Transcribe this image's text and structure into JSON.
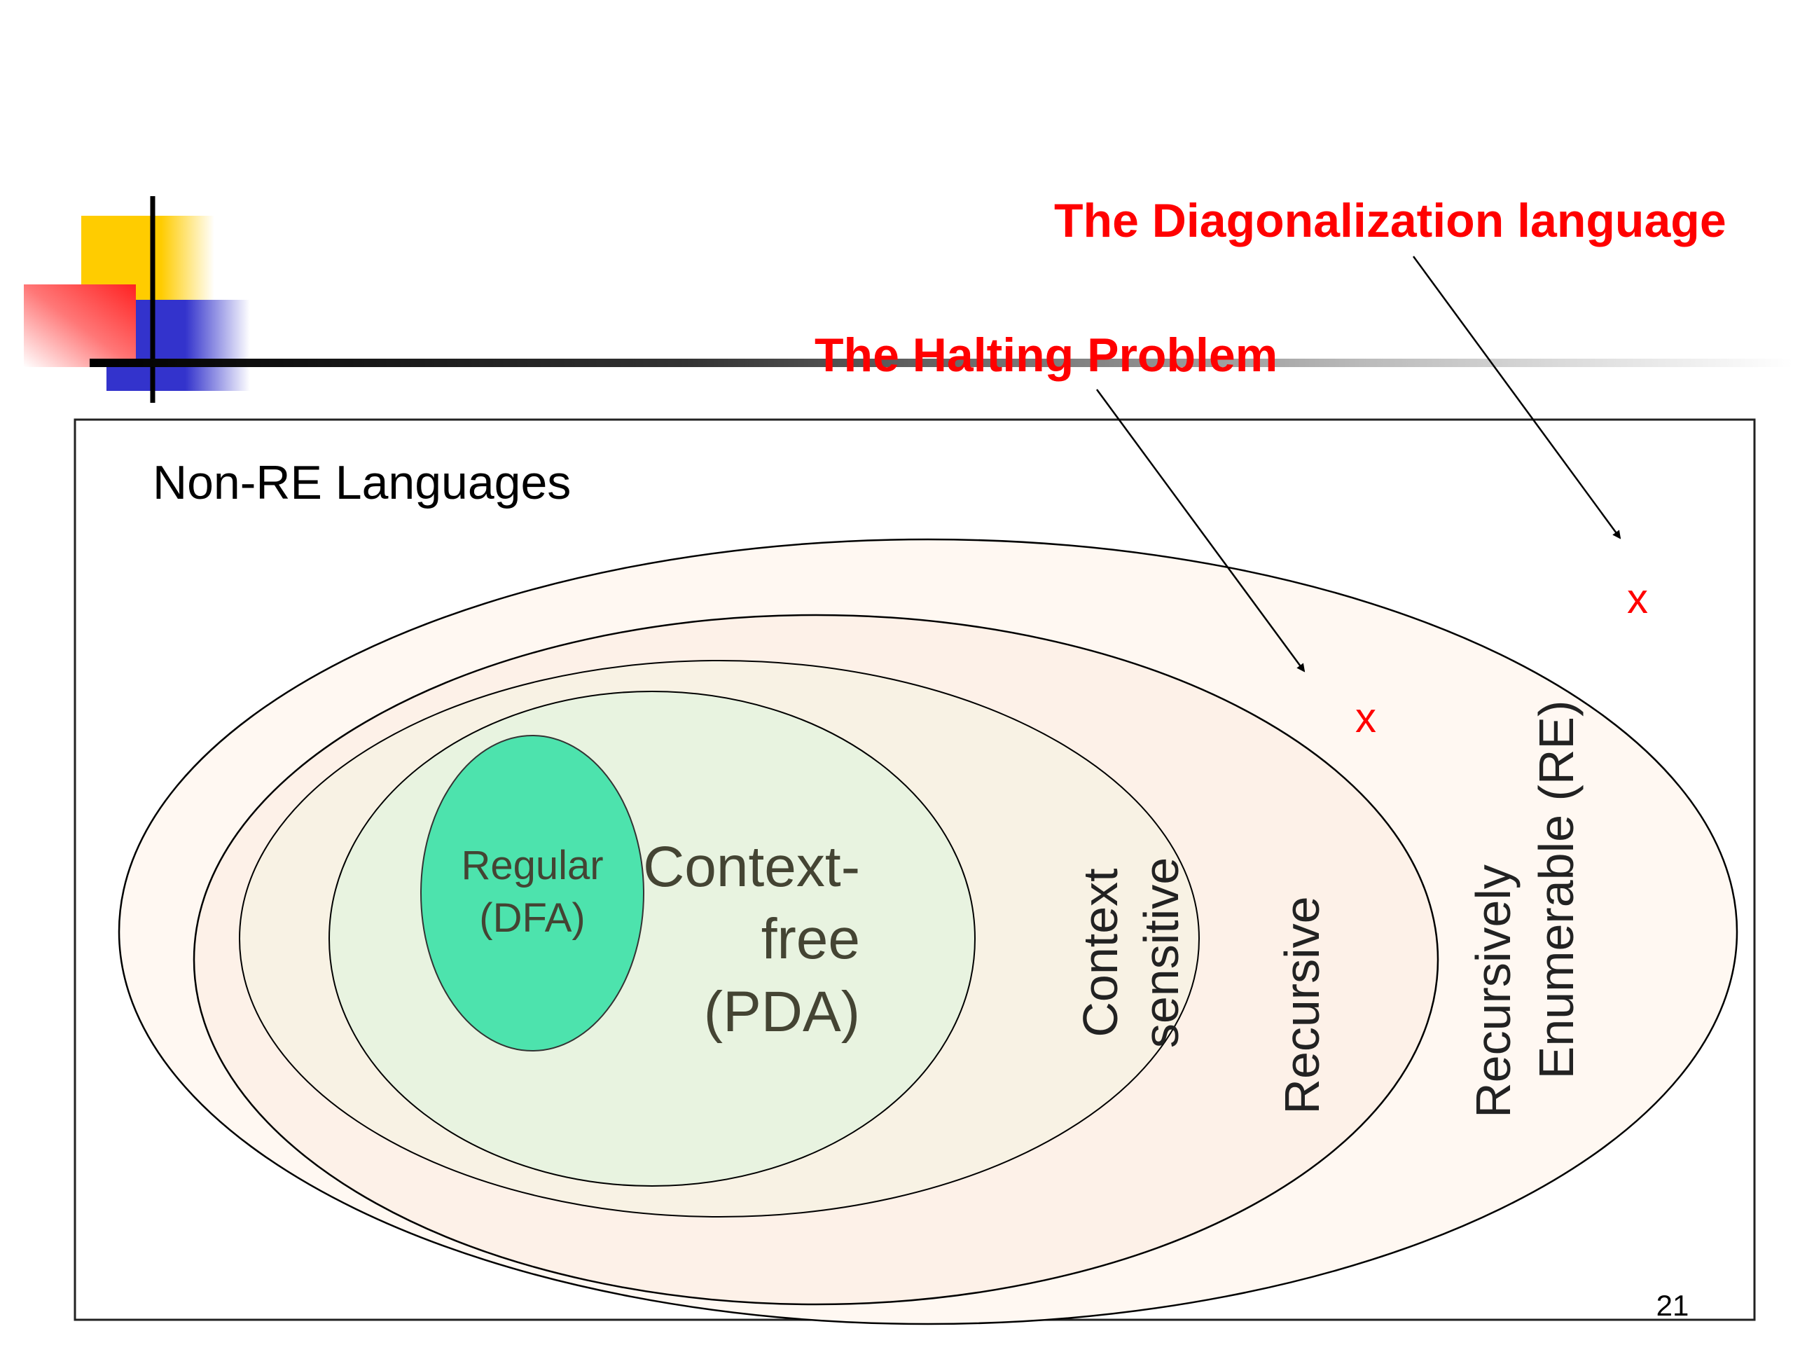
{
  "annotations": {
    "diagonalization": "The Diagonalization language",
    "halting": "The Halting Problem",
    "marker": "x"
  },
  "outer_label": "Non-RE Languages",
  "regions": {
    "re_line1": "Recursively",
    "re_line2": "Enumerable (RE)",
    "recursive": "Recursive",
    "cs_line1": "Context",
    "cs_line2": "sensitive",
    "cf_line1": "Context-",
    "cf_line2": "free",
    "cf_line3": "(PDA)",
    "regular_line1": "Regular",
    "regular_line2": "(DFA)"
  },
  "page_number": "21",
  "colors": {
    "annotation": "#ff0000",
    "regular_fill": "#4de3ad",
    "context_free_fill": "#e8f3e0",
    "outer_fill": "#fff8f2",
    "label_text": "#444433",
    "deco_yellow": "#ffcc00",
    "deco_red": "#ff3333",
    "deco_blue": "#3333cc"
  }
}
